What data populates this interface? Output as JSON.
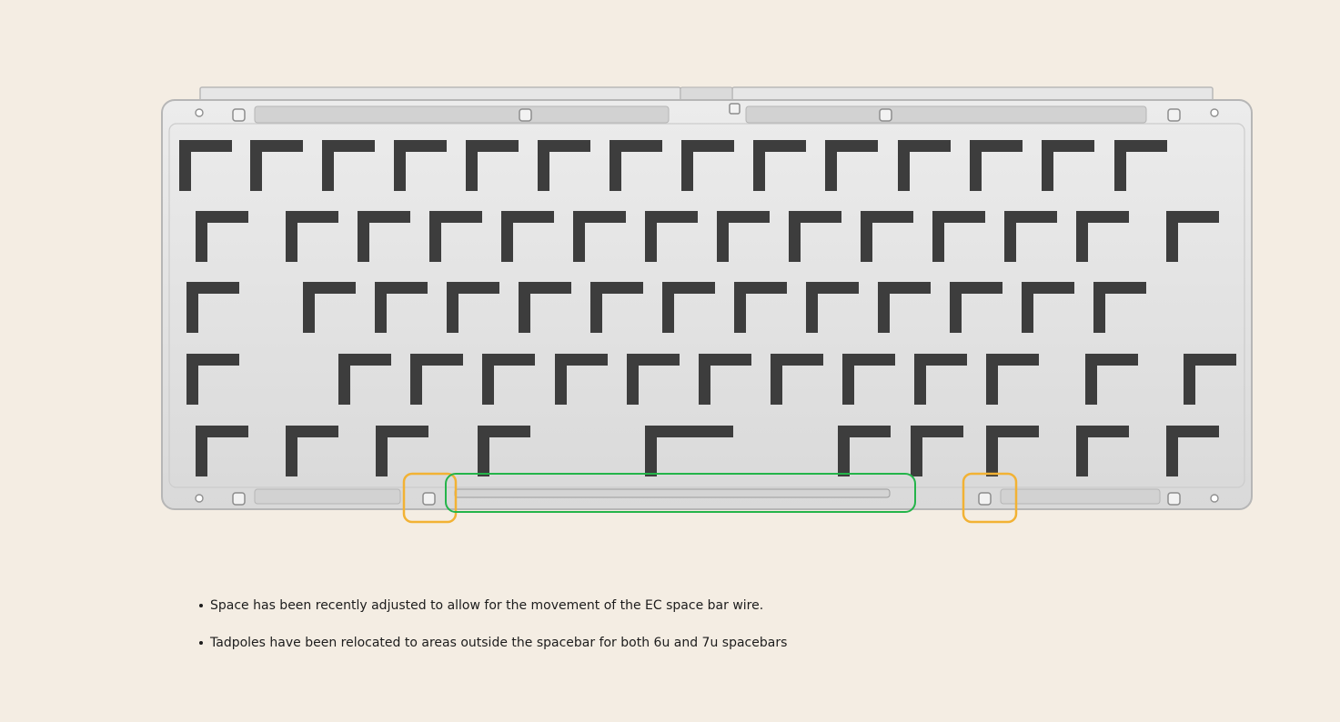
{
  "notes": [
    "Space has been recently adjusted to allow for the movement of the EC space bar wire.",
    "Tadpoles have been relocated to areas outside the spacebar for both 6u and 7u spacebars"
  ],
  "colors": {
    "background": "#f4ede3",
    "plate": "#e2e2e2",
    "plate_edge": "#b8b8b8",
    "cutout": "#3c3c3c",
    "tadpole_highlight": "#f2b234",
    "spacebar_highlight": "#24b44a"
  },
  "icons": {
    "tadpole_highlight": "rounded-square-outline",
    "spacebar_highlight": "rounded-rectangle-outline"
  }
}
